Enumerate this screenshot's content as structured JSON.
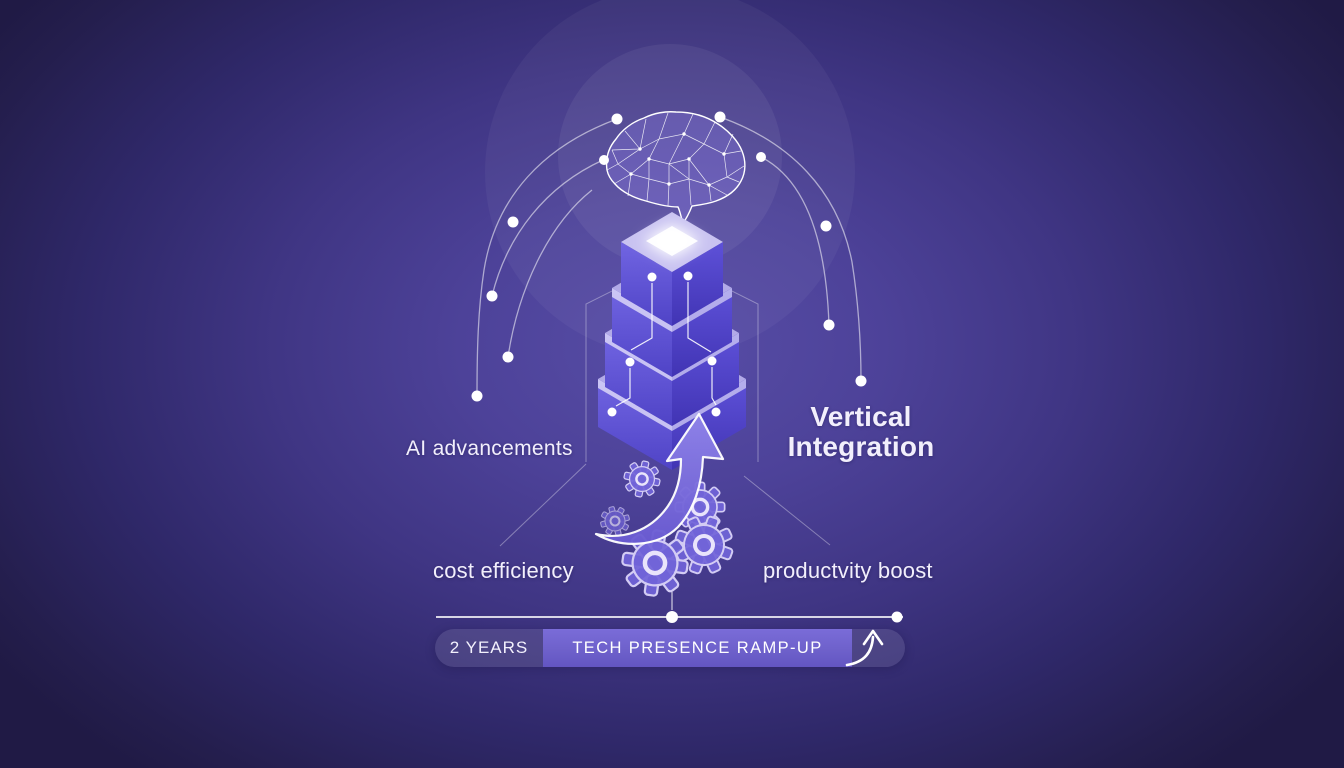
{
  "labels": {
    "ai_advancements": "AI advancements",
    "vertical_integration": {
      "line1": "Vertical",
      "line2": "Integration"
    },
    "cost_efficiency": "cost efficiency",
    "productivity_boost": "productvity boost"
  },
  "timeline": {
    "duration_label": "2 YEARS",
    "phase_label": "TECH PRESENCE RAMP-UP"
  },
  "icons": {
    "brain": "neural-network-brain-icon",
    "stack": "isometric-layer-stack-icon",
    "gears": "gears-icon",
    "growth_arrow": "swoosh-growth-arrow-icon",
    "ramp_arrow": "curved-up-arrow-icon"
  },
  "colors": {
    "background_center": "#574da6",
    "background_edge": "#241e4d",
    "cube_face_light": "#6e61e0",
    "cube_face_dark": "#4033b2",
    "cube_top": "#b2aae8",
    "bar_segment": "#6e61cb",
    "bar_track": "rgba(255,255,255,0.10)",
    "line": "#ffffff",
    "text": "#f2effc"
  }
}
